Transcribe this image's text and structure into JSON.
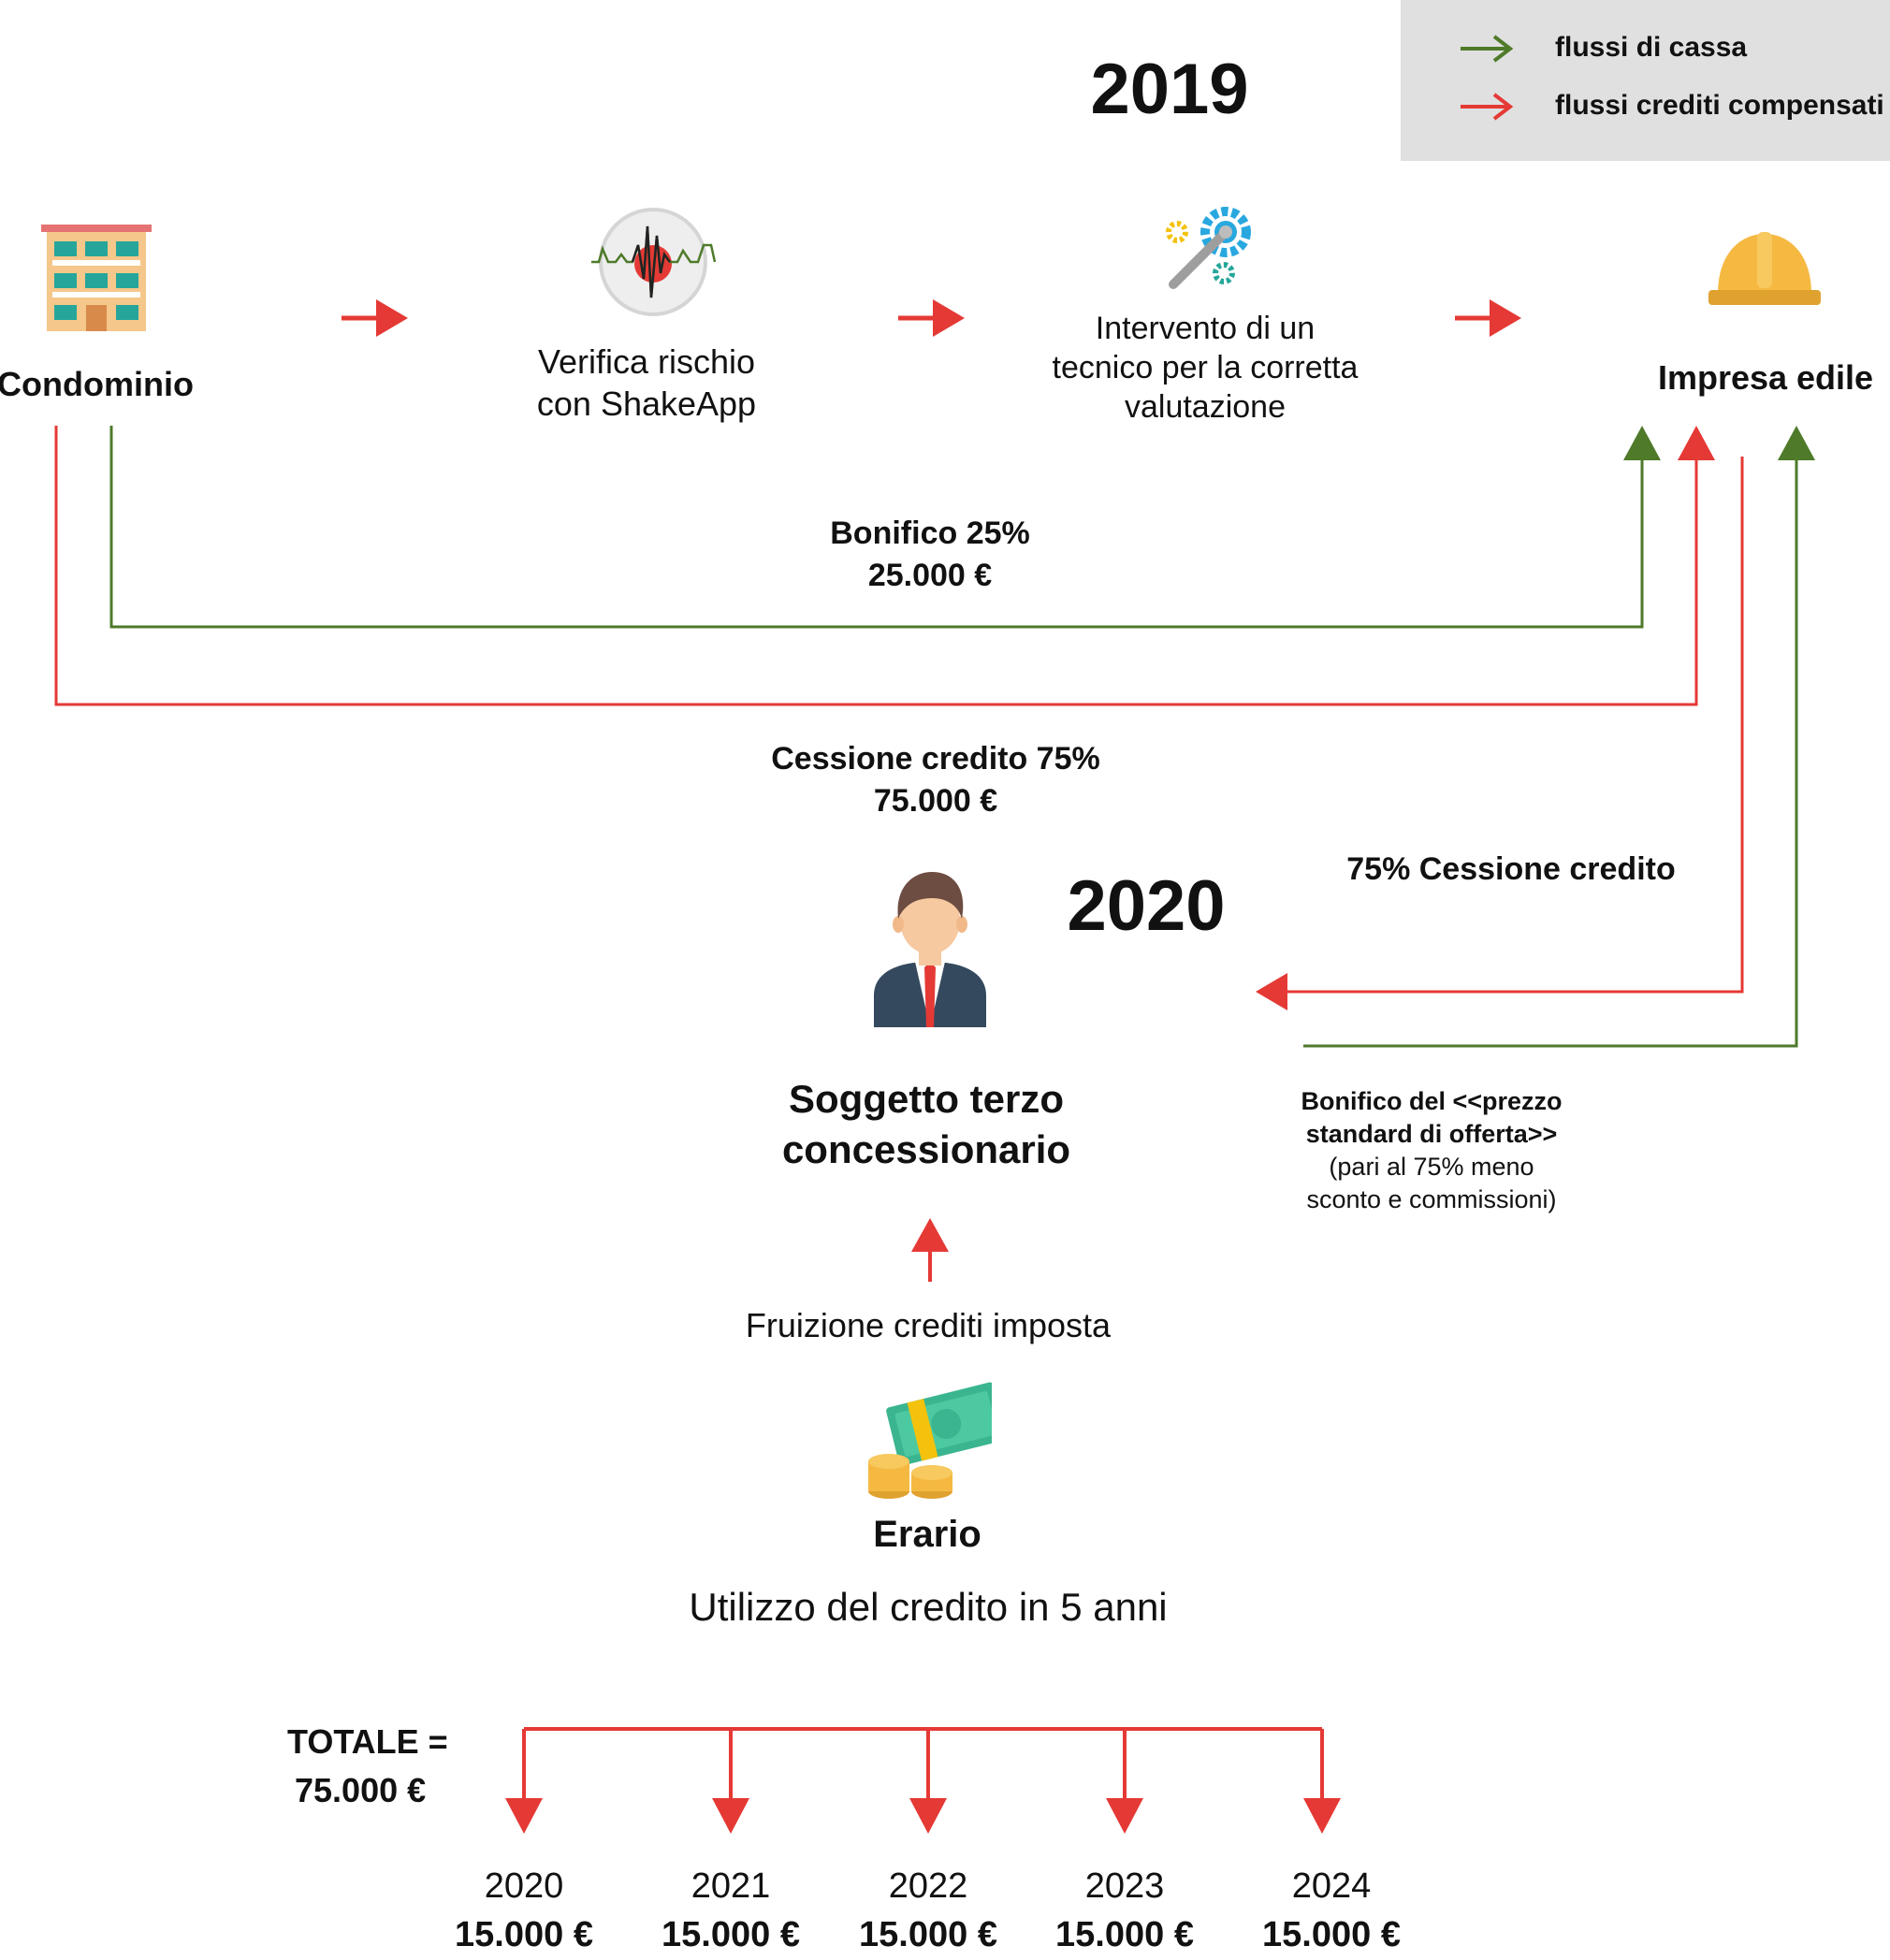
{
  "legend": {
    "cash_flow_label": "flussi di cassa",
    "credit_flow_label": "flussi crediti compensati"
  },
  "colors": {
    "cash_flow": "#4e7a2a",
    "credit_flow": "#e53935"
  },
  "year_2019": "2019",
  "year_2020": "2020",
  "nodes": {
    "condominio": "Condominio",
    "verifica_line1": "Verifica rischio",
    "verifica_line2": "con ShakeApp",
    "intervento_line1": "Intervento di un",
    "intervento_line2": "tecnico per la corretta",
    "intervento_line3": "valutazione",
    "impresa": "Impresa edile",
    "soggetto_line1": "Soggetto terzo",
    "soggetto_line2": "concessionario",
    "erario": "Erario",
    "erario_subtitle": "Utilizzo del credito in 5 anni"
  },
  "flows": {
    "bonifico_label": "Bonifico 25%",
    "bonifico_amount": "25.000 €",
    "cessione_label": "Cessione credito 75%",
    "cessione_amount": "75.000 €",
    "cessione_impresa": "75% Cessione credito",
    "bonifico_prezzo_line1": "Bonifico del <<prezzo",
    "bonifico_prezzo_line2": "standard di offerta>>",
    "bonifico_prezzo_line3": "(pari al 75% meno",
    "bonifico_prezzo_line4": "sconto e commissioni)",
    "fruizione": "Fruizione crediti imposta"
  },
  "totale": {
    "line1": "TOTALE =",
    "line2": "75.000 €"
  },
  "years": [
    {
      "year": "2020",
      "amount": "15.000 €"
    },
    {
      "year": "2021",
      "amount": "15.000 €"
    },
    {
      "year": "2022",
      "amount": "15.000 €"
    },
    {
      "year": "2023",
      "amount": "15.000 €"
    },
    {
      "year": "2024",
      "amount": "15.000 €"
    }
  ],
  "icons": {
    "condominio": "apartment-building-icon",
    "verifica": "seismograph-icon",
    "intervento": "gears-wrench-icon",
    "impresa": "hard-hat-icon",
    "soggetto": "businessman-icon",
    "erario": "money-coins-icon"
  }
}
